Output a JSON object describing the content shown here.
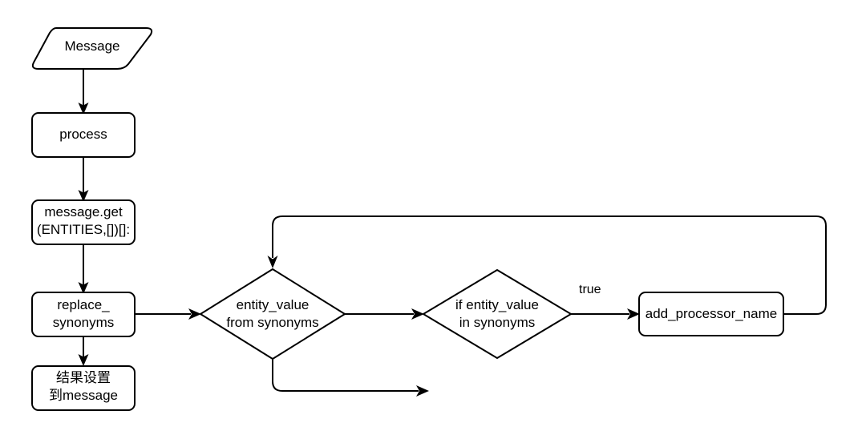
{
  "diagram": {
    "title": "Message synonym replacement flowchart",
    "stroke_color": "#000000",
    "fill_color": "#ffffff",
    "background": "#ffffff"
  },
  "nodes": [
    {
      "id": "message",
      "shape": "parallelogram",
      "lines": [
        "Message"
      ]
    },
    {
      "id": "process",
      "shape": "rounded-rect",
      "lines": [
        "process"
      ]
    },
    {
      "id": "message_get",
      "shape": "rounded-rect",
      "lines": [
        "message.get",
        "(ENTITIES,[])[]:"
      ]
    },
    {
      "id": "replace",
      "shape": "rounded-rect",
      "lines": [
        "replace_",
        "synonyms"
      ]
    },
    {
      "id": "result",
      "shape": "rounded-rect",
      "lines": [
        "结果设置",
        "到message"
      ]
    },
    {
      "id": "diamond1",
      "shape": "diamond",
      "lines": [
        "entity_value",
        "from synonyms"
      ]
    },
    {
      "id": "diamond2",
      "shape": "diamond",
      "lines": [
        "if entity_value",
        "in synonyms"
      ]
    },
    {
      "id": "add_proc",
      "shape": "rounded-rect",
      "lines": [
        "add_processor_name"
      ]
    }
  ],
  "node_text": {
    "message_l1": "Message",
    "process_l1": "process",
    "message_get_l1": "message.get",
    "message_get_l2": "(ENTITIES,[])[]:",
    "replace_l1": "replace_",
    "replace_l2": "synonyms",
    "result_l1": "结果设置",
    "result_l2": "到message",
    "diamond1_l1": "entity_value",
    "diamond1_l2": "from synonyms",
    "diamond2_l1": "if entity_value",
    "diamond2_l2": "in synonyms",
    "add_proc_l1": "add_processor_name"
  },
  "edges": [
    {
      "id": "e1",
      "from": "message",
      "to": "process",
      "label": ""
    },
    {
      "id": "e2",
      "from": "process",
      "to": "message_get",
      "label": ""
    },
    {
      "id": "e3",
      "from": "message_get",
      "to": "replace",
      "label": ""
    },
    {
      "id": "e4",
      "from": "replace",
      "to": "result",
      "label": ""
    },
    {
      "id": "e5",
      "from": "replace",
      "to": "diamond1",
      "label": ""
    },
    {
      "id": "e6",
      "from": "diamond1",
      "to": "diamond2",
      "label": ""
    },
    {
      "id": "e7",
      "from": "diamond2",
      "to": "add_proc",
      "label": "true"
    },
    {
      "id": "e8",
      "from": "add_proc",
      "to": "diamond1",
      "label": ""
    },
    {
      "id": "e9",
      "from": "diamond1",
      "to": "exit",
      "label": ""
    }
  ],
  "edge_labels": {
    "true_label": "true"
  }
}
